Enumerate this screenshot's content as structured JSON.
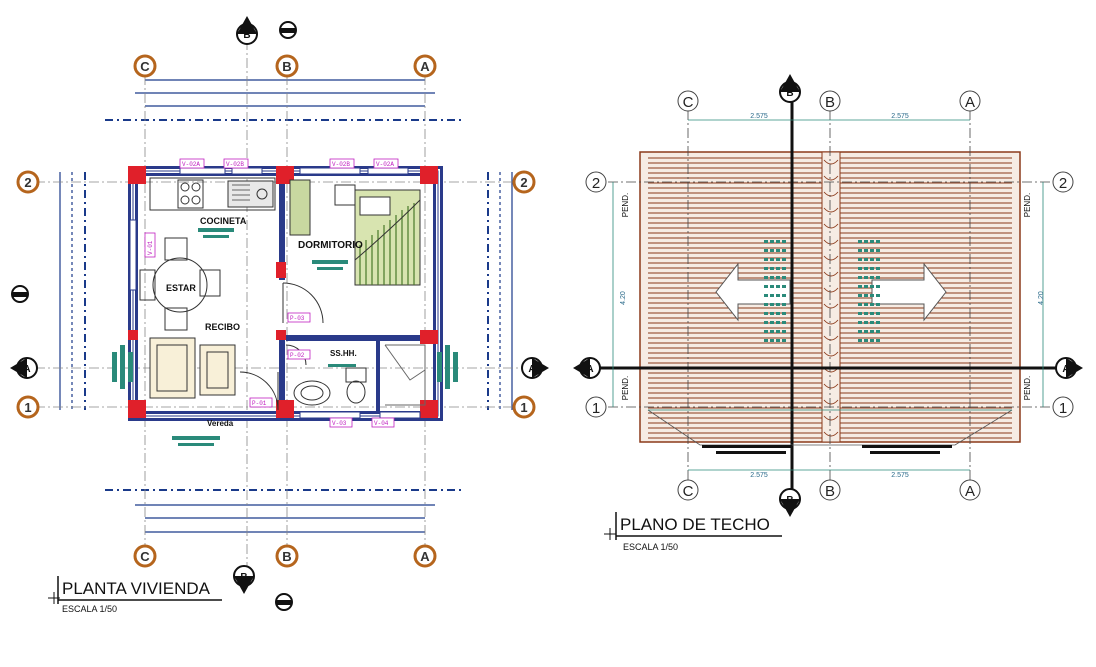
{
  "plans": {
    "floor": {
      "title": "PLANTA VIVIENDA",
      "scale": "ESCALA 1/50",
      "rooms": {
        "kitchen": "COCINETA",
        "bedroom": "DORMITORIO",
        "living": "ESTAR",
        "entry": "RECIBO",
        "bath": "SS.HH.",
        "walkway": "Vereda"
      },
      "doors": [
        "P-01",
        "P-02",
        "P-03"
      ],
      "windows": [
        "V-02A",
        "V-02B",
        "V-02B",
        "V-02A",
        "V-01",
        "V-03",
        "V-04"
      ],
      "axes_x": [
        "C",
        "B",
        "A"
      ],
      "axes_y": [
        "2",
        "1"
      ],
      "section_marks": [
        "B",
        "A"
      ]
    },
    "roof": {
      "title": "PLANO DE TECHO",
      "scale": "ESCALA 1/50",
      "axes_x": [
        "C",
        "B",
        "A"
      ],
      "axes_y": [
        "2",
        "1"
      ],
      "section_marks": [
        "B",
        "A"
      ],
      "dim_top_left": "2.575",
      "dim_top_right": "2.575",
      "dim_bottom_left": "2.575",
      "dim_bottom_right": "2.575",
      "dim_side": "4.20",
      "slope_label": "PEND."
    }
  },
  "colors": {
    "wall": "#2a3a8a",
    "column": "#e0202a",
    "axis_ring": "#b5651d",
    "roof": "#8b3a1a",
    "hatch": "#4a7a2a",
    "label_magenta": "#c020c0",
    "accent_teal": "#2a8a7a"
  }
}
